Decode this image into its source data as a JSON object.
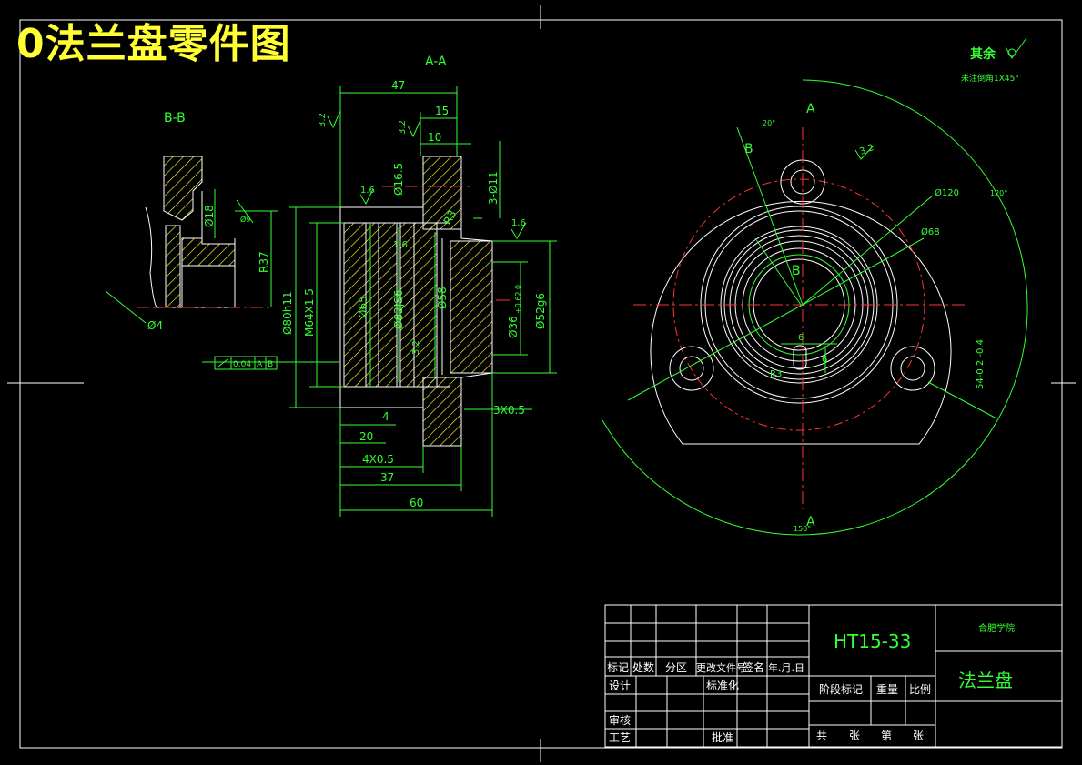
{
  "title": "0法兰盘零件图",
  "views": {
    "section_aa": "A-A",
    "section_bb": "B-B",
    "cut_a_top": "A",
    "cut_a_bottom": "A",
    "cut_b": "B",
    "cut_b_center": "B"
  },
  "roughness_note": {
    "label": "其余",
    "chamfer_note": "未注倒角1X45°"
  },
  "roughness": [
    "3.2",
    "3.2",
    "1.6",
    "1.6",
    "1.6",
    "3.2",
    "3.2"
  ],
  "dims_aa": {
    "d47": "47",
    "d15": "15",
    "d10": "10",
    "d16_5": "Ø16.5",
    "d3_11": "3-Ø11",
    "r3": "R3",
    "d80": "Ø80h11",
    "m64": "M64X1.5",
    "d65": "Ø65",
    "d62": "Ø62JS6",
    "d58": "Ø58",
    "d36": "Ø36",
    "d36_tol": "+0.62 0",
    "d52": "Ø52g6",
    "d4": "4",
    "d20": "20",
    "d4x05": "4X0.5",
    "d37": "37",
    "d60": "60",
    "d3x05": "3X0.5",
    "tolerance_frame": [
      "0.04",
      "A",
      "B"
    ]
  },
  "dims_bb": {
    "d18": "Ø18",
    "r37": "R37",
    "d4": "Ø4",
    "d9": "Ø9"
  },
  "dims_front": {
    "a20": "20°",
    "a120": "120°",
    "a150": "150°",
    "d120": "Ø120",
    "d68": "Ø68",
    "d6a": "6",
    "d6b": "6",
    "r3": "R3",
    "d54": "54-0.2 -0.4"
  },
  "title_block": {
    "material": "HT15-33",
    "school": "合肥学院",
    "part_name": "法兰盘",
    "headers": [
      "标记",
      "处数",
      "分区",
      "更改文件号",
      "签名",
      "年.月.日"
    ],
    "design": "设计",
    "standardize": "标准化",
    "stage_mark": "阶段标记",
    "weight": "重量",
    "scale": "比例",
    "review": "审核",
    "process": "工艺",
    "approve": "批准",
    "total": "共",
    "sheet": "张",
    "no": "第",
    "sheet2": "张"
  },
  "colors": {
    "background": "#000000",
    "outline": "#ffffff",
    "dimension": "#33ff33",
    "hatch": "#ffff33",
    "center": "#ff3333",
    "title": "#ffff33"
  }
}
